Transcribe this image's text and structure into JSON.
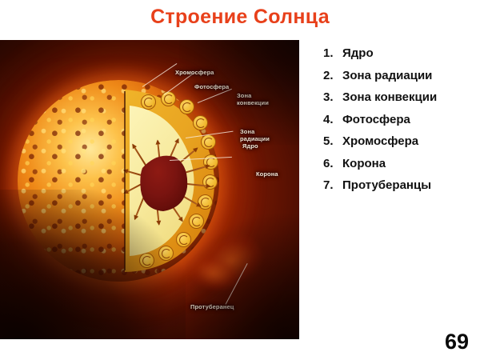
{
  "slide": {
    "title": "Строение Солнца",
    "page_number": "69"
  },
  "figure": {
    "alt_name": "sun-structure-cutaway",
    "background_color": "#2e0801",
    "callouts": [
      {
        "key": "chromosphere",
        "text": "Хромосфера"
      },
      {
        "key": "photosphere",
        "text": "Фотосфера"
      },
      {
        "key": "convection",
        "text": "Зона конвекции"
      },
      {
        "key": "radiation",
        "text": "Зона радиации"
      },
      {
        "key": "core",
        "text": "Ядро"
      },
      {
        "key": "corona",
        "text": "Корона"
      },
      {
        "key": "prominence",
        "text": "Протуберанец"
      }
    ],
    "layer_colors": {
      "core": "#7a1410",
      "radiation_zone": "#f7ea9e",
      "convection_zone": "#eaa523",
      "photosphere": "#ef8a18",
      "corona": "#b32a06"
    }
  },
  "legend": {
    "items": [
      {
        "number": "1.",
        "label": "Ядро"
      },
      {
        "number": "2.",
        "label": "Зона радиации"
      },
      {
        "number": "3.",
        "label": "Зона конвекции"
      },
      {
        "number": "4.",
        "label": "Фотосфера"
      },
      {
        "number": "5.",
        "label": "Хромосфера"
      },
      {
        "number": "6.",
        "label": "Корона"
      },
      {
        "number": "7.",
        "label": "Протуберанцы"
      }
    ]
  },
  "theme": {
    "title_color": "#e8401a",
    "text_color": "#111111",
    "page_bg": "#ffffff"
  }
}
